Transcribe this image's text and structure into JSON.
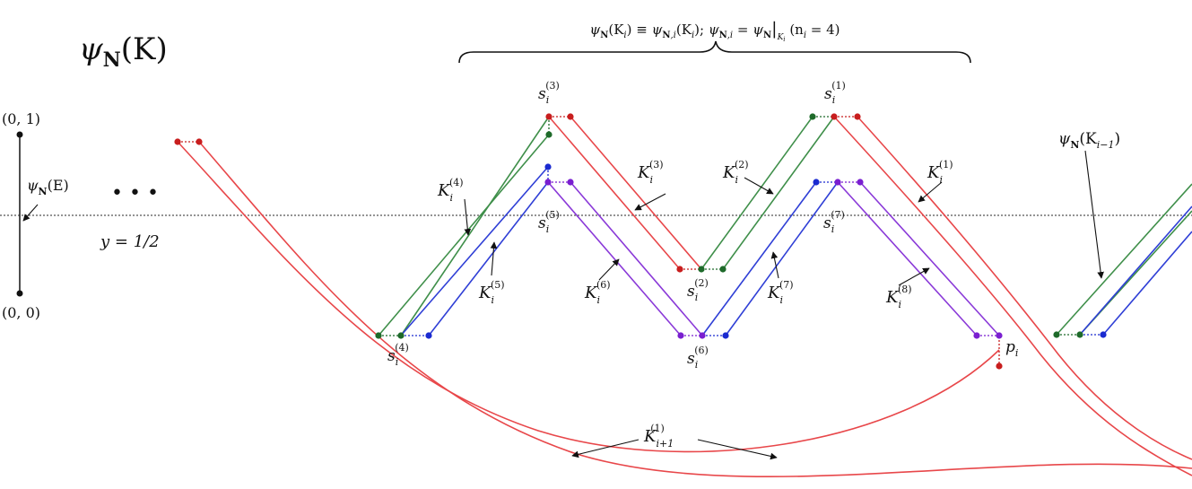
{
  "diagram": {
    "heading": {
      "psi": "ψ",
      "sub": "N",
      "arg": "(K)"
    },
    "top_formula": "ψ_N(K_i) ≡ ψ_N,i(K_i); ψ_N,i = ψ_N|_K_i (n_i = 4)",
    "top_formula_parts": {
      "a": "(K",
      "a_sub": "i",
      "b": ") ≡ ",
      "c": ",i",
      "d": "(K",
      "e": ");  ",
      "f": ",i",
      "g": " = ",
      "h": "|",
      "h_sub": "K",
      "h_subsub": "i",
      "i": " (n",
      "j": " = 4)"
    },
    "axis": {
      "top_point": "(0, 1)",
      "bottom_point": "(0, 0)",
      "edge_label_arg": "(E)",
      "ellipsis": "• • •",
      "midline": "y = 1/2"
    },
    "labels": {
      "K": "K",
      "s": "s",
      "i": "i",
      "p": "p",
      "prev_arg": "(K",
      "prev_sub": "i−1",
      "next_sub": "i+1",
      "superscripts": [
        "(1)",
        "(2)",
        "(3)",
        "(4)",
        "(5)",
        "(6)",
        "(7)",
        "(8)"
      ]
    },
    "colors": {
      "red": "#e8474a",
      "green": "#3f8f4a",
      "blue": "#2f3fd6",
      "purple": "#8a39d8",
      "dark_red": "#c81e1e",
      "dark_green": "#1e6a2a",
      "dark_blue": "#1a2ad0",
      "dark_purple": "#7a1fd0",
      "axis": "#222222"
    }
  }
}
